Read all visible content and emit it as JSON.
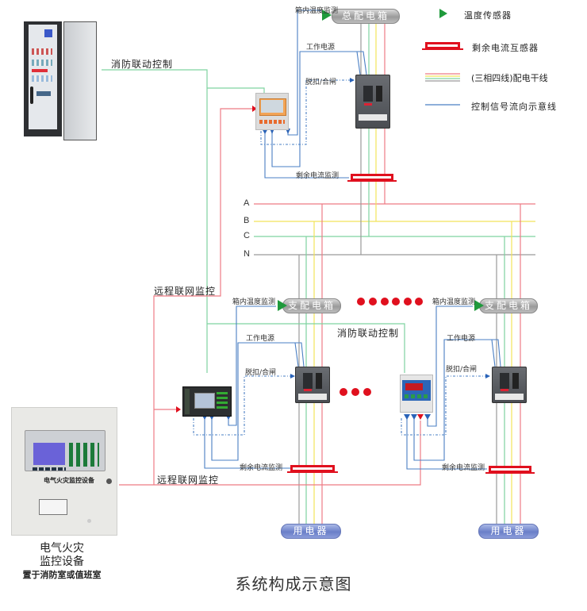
{
  "legend": {
    "items": [
      {
        "icon": "temperature-sensor-triangle",
        "label": "温度传感器"
      },
      {
        "icon": "residual-current-transformer",
        "label": "剩余电流互感器"
      },
      {
        "icon": "three-phase-four-wire-lines",
        "label": "(三相四线)配电干线"
      },
      {
        "icon": "control-signal-line",
        "label": "控制信号流向示意线"
      }
    ]
  },
  "colors": {
    "phase_a": "#ee7b85",
    "phase_b": "#f2e45a",
    "phase_c": "#7fd3a0",
    "neutral": "#9a9a9a",
    "control_signal": "#4a7fc4",
    "fire_linkage": "#7fd3a0",
    "remote_monitor": "#ee7b85",
    "ct_red": "#e0101e",
    "sensor_green": "#1f9a3c"
  },
  "bus": {
    "labels": [
      "A",
      "B",
      "C",
      "N"
    ]
  },
  "main_box": {
    "label": "总配电箱",
    "temp_label": "箱内温度监测",
    "power_label": "工作电源",
    "trip_label": "脱扣/合闸",
    "residual_label": "剩余电流监测"
  },
  "branch_left": {
    "label": "支配电箱",
    "temp_label": "箱内温度监测",
    "power_label": "工作电源",
    "trip_label": "脱扣/合闸",
    "residual_label": "剩余电流监测",
    "load_label": "用电器"
  },
  "branch_right": {
    "label": "支配电箱",
    "temp_label": "箱内温度监测",
    "power_label": "工作电源",
    "trip_label": "脱扣/合闸",
    "residual_label": "剩余电流监测",
    "load_label": "用电器"
  },
  "links": {
    "fire_linkage_top": "消防联动控制",
    "fire_linkage_mid": "消防联动控制",
    "remote_monitor_top": "远程联网监控",
    "remote_monitor_bottom": "远程联网监控"
  },
  "monitor_device": {
    "panel_label": "电气火灾监控设备",
    "caption_line1": "电气火灾",
    "caption_line2": "监控设备",
    "caption_line3": "置于消防室或值班室"
  },
  "title": "系统构成示意图"
}
